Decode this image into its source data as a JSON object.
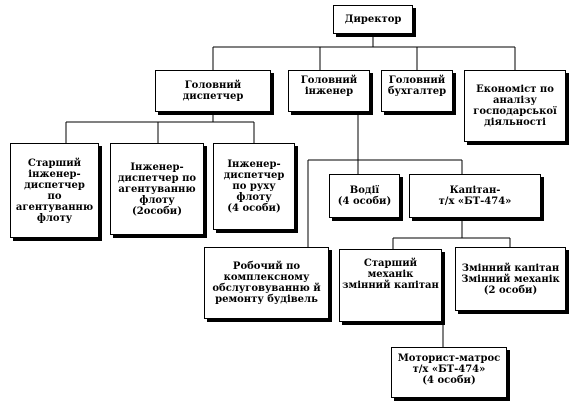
{
  "nodes": {
    "director": "Директор",
    "chief_dispatcher": "Головний\nдиспетчер",
    "chief_engineer": "Головний\nінженер",
    "chief_accountant": "Головний\nбухгалтер",
    "economist": "Економіст по\nаналізу\nгосподарської\nдіяльності",
    "senior_engineer_dispatcher": "Старший\nінженер-\nдиспетчер\nпо\nагентуванню\nфлоту",
    "engineer_dispatcher_agency": "Інженер-\nдиспетчер по\nагентуванню\nфлоту\n(2особи)",
    "engineer_dispatcher_traffic": "Інженер-\nдиспетчер\nпо руху\nфлоту\n(4  особи)",
    "drivers": "Водії\n(4 особи)",
    "captain": "Капітан-\nт/х  «БТ-474»",
    "worker": "Робочий по\nкомплексному\nобслуговуванню й\nремонту будівель",
    "senior_mechanic": "Старший\nмеханік\nзмінний капітан",
    "shift_captain": "Змінний капітан\nЗмінний механік\n(2 особи)",
    "motorist": "Моторист-матрос\nт/х  «БТ-474»\n(4 особи)"
  }
}
